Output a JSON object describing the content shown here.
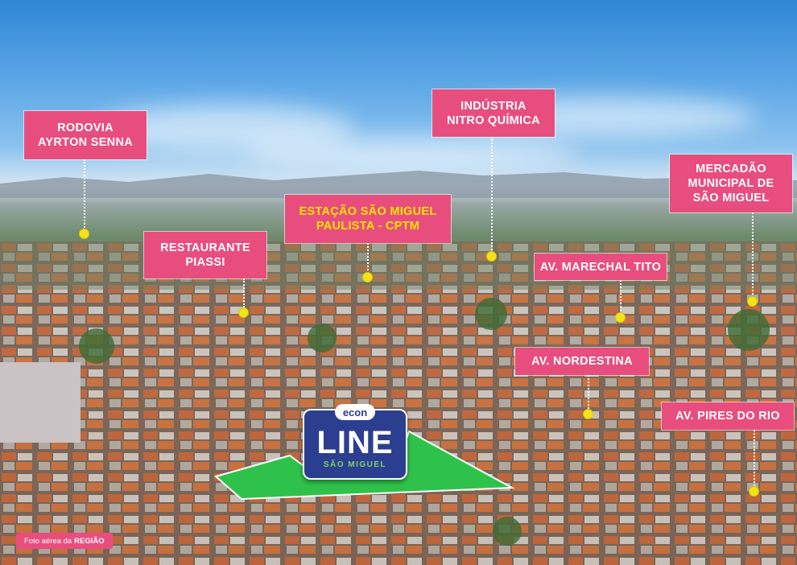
{
  "labels": {
    "rodovia": "RODOVIA\nAYRTON SENNA",
    "industria": "INDÚSTRIA\nNITRO QUÍMICA",
    "mercadao": "MERCADÃO\nMUNICIPAL DE\nSÃO MIGUEL",
    "estacao": "ESTAÇÃO SÃO MIGUEL\nPAULISTA - CPTM",
    "restaurante": "RESTAURANTE\nPIASSI",
    "marechal": "AV. MARECHAL TITO",
    "nordestina": "AV. NORDESTINA",
    "pires": "AV. PIRES DO RIO"
  },
  "logo": {
    "brand": "econ",
    "name": "LINE",
    "sub": "SÃO MIGUEL"
  },
  "caption": {
    "text": "Foto aérea da",
    "bold": "REGIÃO"
  },
  "colors": {
    "label_bg": "#e84e7d",
    "pin": "#f4e31a",
    "site_green": "#2fc24a",
    "logo_bg": "#2c3e8f"
  }
}
